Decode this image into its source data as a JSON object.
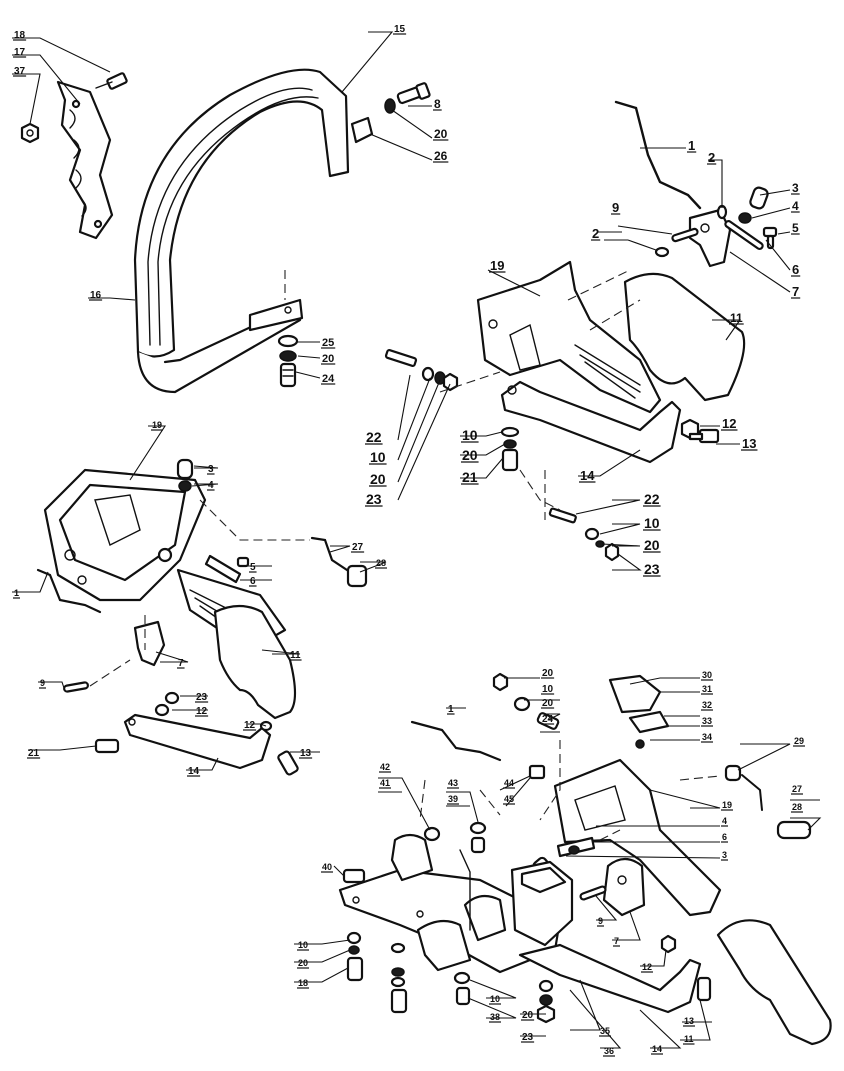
{
  "callouts": [
    {
      "id": "c1",
      "text": "18"
    },
    {
      "id": "c2",
      "text": "17"
    },
    {
      "id": "c3",
      "text": "37"
    },
    {
      "id": "c4",
      "text": "15"
    },
    {
      "id": "c5",
      "text": "8"
    },
    {
      "id": "c6",
      "text": "20"
    },
    {
      "id": "c7",
      "text": "26"
    },
    {
      "id": "c8",
      "text": "16"
    },
    {
      "id": "c9",
      "text": "25"
    },
    {
      "id": "c10",
      "text": "20"
    },
    {
      "id": "c11",
      "text": "24"
    },
    {
      "id": "c12",
      "text": "1"
    },
    {
      "id": "c13",
      "text": "2"
    },
    {
      "id": "c14",
      "text": "3"
    },
    {
      "id": "c15",
      "text": "9"
    },
    {
      "id": "c16",
      "text": "4"
    },
    {
      "id": "c17",
      "text": "2"
    },
    {
      "id": "c18",
      "text": "5"
    },
    {
      "id": "c19",
      "text": "6"
    },
    {
      "id": "c20",
      "text": "7"
    },
    {
      "id": "c21",
      "text": "19"
    },
    {
      "id": "c22",
      "text": "11"
    },
    {
      "id": "c23",
      "text": "22"
    },
    {
      "id": "c24",
      "text": "10"
    },
    {
      "id": "c25",
      "text": "20"
    },
    {
      "id": "c26",
      "text": "23"
    },
    {
      "id": "c27",
      "text": "10"
    },
    {
      "id": "c28",
      "text": "20"
    },
    {
      "id": "c29",
      "text": "21"
    },
    {
      "id": "c30",
      "text": "14"
    },
    {
      "id": "c31",
      "text": "12"
    },
    {
      "id": "c32",
      "text": "13"
    },
    {
      "id": "c33",
      "text": "22"
    },
    {
      "id": "c34",
      "text": "10"
    },
    {
      "id": "c35",
      "text": "20"
    },
    {
      "id": "c36",
      "text": "23"
    },
    {
      "id": "c37",
      "text": "19"
    },
    {
      "id": "c38",
      "text": "3"
    },
    {
      "id": "c39",
      "text": "4"
    },
    {
      "id": "c40",
      "text": "1"
    },
    {
      "id": "c41",
      "text": "5"
    },
    {
      "id": "c42",
      "text": "6"
    },
    {
      "id": "c43",
      "text": "27"
    },
    {
      "id": "c44",
      "text": "28"
    },
    {
      "id": "c45",
      "text": "11"
    },
    {
      "id": "c46",
      "text": "7"
    },
    {
      "id": "c47",
      "text": "9"
    },
    {
      "id": "c48",
      "text": "23"
    },
    {
      "id": "c49",
      "text": "12"
    },
    {
      "id": "c50",
      "text": "12"
    },
    {
      "id": "c51",
      "text": "21"
    },
    {
      "id": "c52",
      "text": "14"
    },
    {
      "id": "c53",
      "text": "13"
    },
    {
      "id": "c54",
      "text": "20"
    },
    {
      "id": "c55",
      "text": "10"
    },
    {
      "id": "c56",
      "text": "20"
    },
    {
      "id": "c57",
      "text": "24"
    },
    {
      "id": "c58",
      "text": "1"
    },
    {
      "id": "c59",
      "text": "30"
    },
    {
      "id": "c60",
      "text": "31"
    },
    {
      "id": "c61",
      "text": "32"
    },
    {
      "id": "c62",
      "text": "33"
    },
    {
      "id": "c63",
      "text": "34"
    },
    {
      "id": "c64",
      "text": "29"
    },
    {
      "id": "c65",
      "text": "42"
    },
    {
      "id": "c66",
      "text": "41"
    },
    {
      "id": "c67",
      "text": "43"
    },
    {
      "id": "c68",
      "text": "39"
    },
    {
      "id": "c69",
      "text": "44"
    },
    {
      "id": "c70",
      "text": "45"
    },
    {
      "id": "c71",
      "text": "27"
    },
    {
      "id": "c72",
      "text": "28"
    },
    {
      "id": "c73",
      "text": "19"
    },
    {
      "id": "c74",
      "text": "4"
    },
    {
      "id": "c75",
      "text": "6"
    },
    {
      "id": "c76",
      "text": "3"
    },
    {
      "id": "c77",
      "text": "40"
    },
    {
      "id": "c78",
      "text": "9"
    },
    {
      "id": "c79",
      "text": "7"
    },
    {
      "id": "c80",
      "text": "10"
    },
    {
      "id": "c81",
      "text": "20"
    },
    {
      "id": "c82",
      "text": "18"
    },
    {
      "id": "c83",
      "text": "12"
    },
    {
      "id": "c84",
      "text": "10"
    },
    {
      "id": "c85",
      "text": "38"
    },
    {
      "id": "c86",
      "text": "20"
    },
    {
      "id": "c87",
      "text": "23"
    },
    {
      "id": "c88",
      "text": "35"
    },
    {
      "id": "c89",
      "text": "36"
    },
    {
      "id": "c90",
      "text": "13"
    },
    {
      "id": "c91",
      "text": "11"
    },
    {
      "id": "c92",
      "text": "14"
    }
  ]
}
